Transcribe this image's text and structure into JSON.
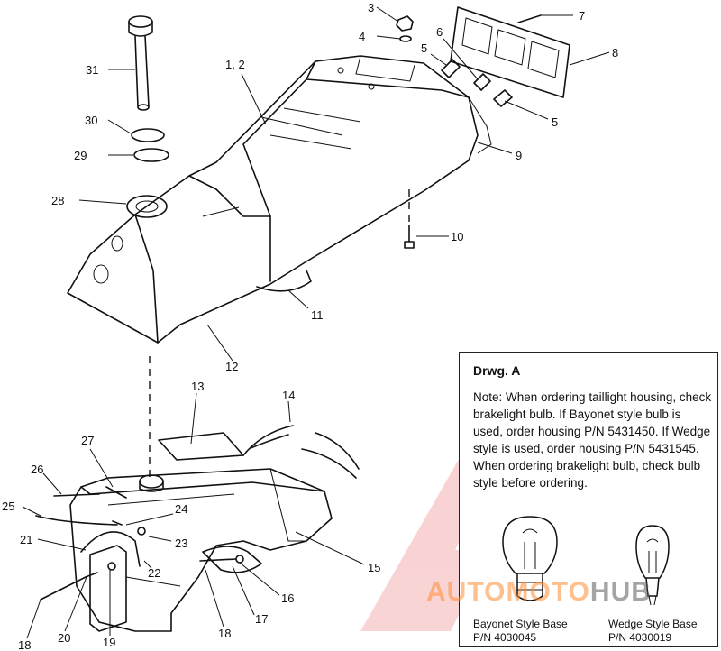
{
  "callouts": {
    "c1_2": "1, 2",
    "c3": "3",
    "c4": "4",
    "c5a": "5",
    "c5b": "5",
    "c6": "6",
    "c7": "7",
    "c8": "8",
    "c9": "9",
    "c10": "10",
    "c11": "11",
    "c12": "12",
    "c13": "13",
    "c14": "14",
    "c15": "15",
    "c16": "16",
    "c17": "17",
    "c18a": "18",
    "c18b": "18",
    "c19": "19",
    "c20": "20",
    "c21": "21",
    "c22": "22",
    "c23": "23",
    "c24": "24",
    "c25": "25",
    "c26": "26",
    "c27": "27",
    "c28": "28",
    "c29": "29",
    "c30": "30",
    "c31": "31"
  },
  "note": {
    "title": "Drwg. A",
    "text": "Note: When ordering taillight housing, check brakelight bulb.  If Bayonet style bulb is  used, order housing P/N 5431450.  If Wedge style is used, order housing P/N 5431545.  When ordering brakelight bulb, check bulb style before ordering.",
    "bayonet_label": "Bayonet Style Base",
    "bayonet_pn": "P/N 4030045",
    "wedge_label": "Wedge Style Base",
    "wedge_pn": "P/N 4030019"
  },
  "watermark": {
    "auto_moto": "AUTOMOTO",
    "hub": "HUB"
  }
}
